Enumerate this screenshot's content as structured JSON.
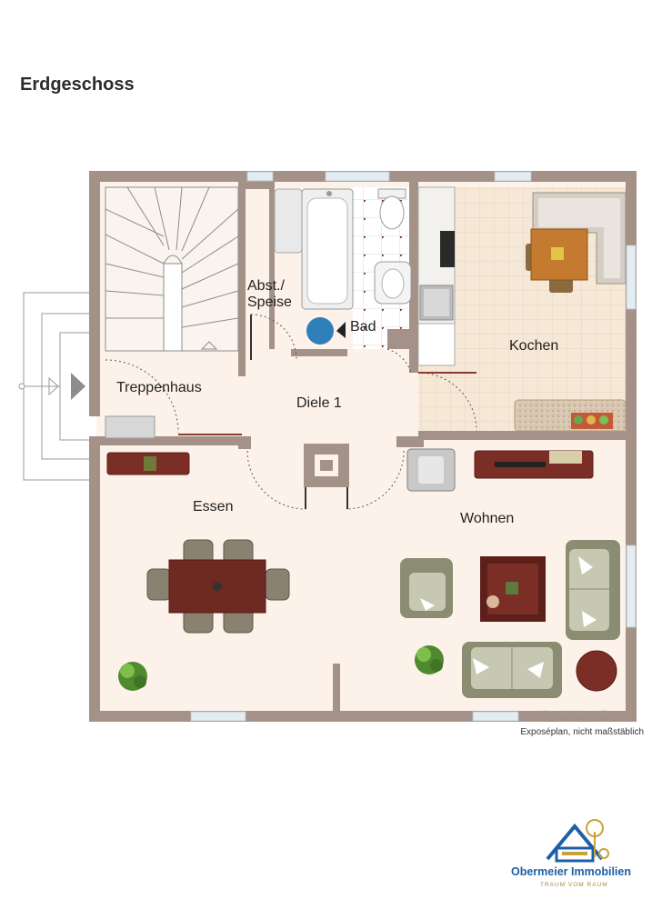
{
  "title": "Erdgeschoss",
  "rooms": {
    "treppenhaus": "Treppenhaus",
    "abst_line1": "Abst./",
    "abst_line2": "Speise",
    "bad": "Bad",
    "kochen": "Kochen",
    "diele": "Diele 1",
    "essen": "Essen",
    "wohnen": "Wohnen"
  },
  "credit": "illustration©immoGrafik",
  "scale_note": "Exposéplan, nicht maßstäblich",
  "logo": {
    "name": "Obermeier Immobilien",
    "tagline": "TRAUM VOM RAUM"
  },
  "colors": {
    "wall": "#a49187",
    "floor": "#fdf2ea",
    "kitchen_tile": "#f4e6d3",
    "bath_tile": "#ffffff",
    "window": "#dfe9ee",
    "logo_blue": "#1d5fa8",
    "logo_gold": "#c9a23a"
  },
  "icons": [
    "staircase-icon",
    "entrance-arrow-icon",
    "bathtub-icon",
    "toilet-icon",
    "sink-icon",
    "dining-table-icon",
    "sofa-icon",
    "armchair-icon",
    "coffee-table-icon",
    "plant-icon",
    "house-logo-icon"
  ]
}
